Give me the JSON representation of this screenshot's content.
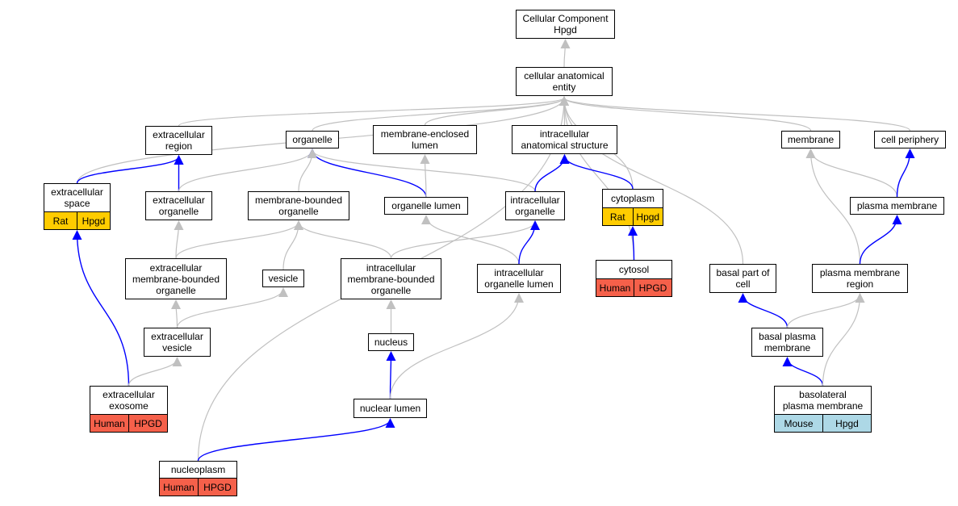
{
  "colors": {
    "is_a_edge": "#c0c0c0",
    "part_of_edge": "#0000ff",
    "rat": "#ffcc00",
    "human": "#f5604a",
    "mouse": "#add8e6",
    "node_border": "#000000"
  },
  "nodes": {
    "cellular_component": {
      "label": "Cellular Component\nHpgd"
    },
    "cellular_anatomical_entity": {
      "label": "cellular anatomical\nentity"
    },
    "extracellular_region": {
      "label": "extracellular\nregion"
    },
    "organelle": {
      "label": "organelle"
    },
    "membrane_enclosed_lumen": {
      "label": "membrane-enclosed\nlumen"
    },
    "intracellular_anatomical_structure": {
      "label": "intracellular\nanatomical structure"
    },
    "membrane": {
      "label": "membrane"
    },
    "cell_periphery": {
      "label": "cell periphery"
    },
    "extracellular_space": {
      "label": "extracellular\nspace",
      "species": "Rat",
      "gene": "Hpgd"
    },
    "extracellular_organelle": {
      "label": "extracellular\norganelle"
    },
    "membrane_bounded_organelle": {
      "label": "membrane-bounded\norganelle"
    },
    "organelle_lumen": {
      "label": "organelle lumen"
    },
    "intracellular_organelle": {
      "label": "intracellular\norganelle"
    },
    "cytoplasm": {
      "label": "cytoplasm",
      "species": "Rat",
      "gene": "Hpgd"
    },
    "plasma_membrane": {
      "label": "plasma membrane"
    },
    "extracellular_mb_organelle": {
      "label": "extracellular\nmembrane-bounded\norganelle"
    },
    "vesicle": {
      "label": "vesicle"
    },
    "intracellular_mb_organelle": {
      "label": "intracellular\nmembrane-bounded\norganelle"
    },
    "intracellular_organelle_lumen": {
      "label": "intracellular\norganelle lumen"
    },
    "cytosol": {
      "label": "cytosol",
      "species": "Human",
      "gene": "HPGD"
    },
    "basal_part_of_cell": {
      "label": "basal part of\ncell"
    },
    "plasma_membrane_region": {
      "label": "plasma membrane\nregion"
    },
    "extracellular_vesicle": {
      "label": "extracellular\nvesicle"
    },
    "nucleus": {
      "label": "nucleus"
    },
    "basal_plasma_membrane": {
      "label": "basal plasma\nmembrane"
    },
    "extracellular_exosome": {
      "label": "extracellular\nexosome",
      "species": "Human",
      "gene": "HPGD"
    },
    "nuclear_lumen": {
      "label": "nuclear lumen"
    },
    "basolateral_plasma_membrane": {
      "label": "basolateral\nplasma membrane",
      "species": "Mouse",
      "gene": "Hpgd"
    },
    "nucleoplasm": {
      "label": "nucleoplasm",
      "species": "Human",
      "gene": "HPGD"
    }
  },
  "edges": [
    {
      "from": "cellular_anatomical_entity",
      "to": "cellular_component",
      "type": "is_a"
    },
    {
      "from": "extracellular_region",
      "to": "cellular_anatomical_entity",
      "type": "is_a"
    },
    {
      "from": "organelle",
      "to": "cellular_anatomical_entity",
      "type": "is_a"
    },
    {
      "from": "membrane_enclosed_lumen",
      "to": "cellular_anatomical_entity",
      "type": "is_a"
    },
    {
      "from": "intracellular_anatomical_structure",
      "to": "cellular_anatomical_entity",
      "type": "is_a"
    },
    {
      "from": "membrane",
      "to": "cellular_anatomical_entity",
      "type": "is_a"
    },
    {
      "from": "cell_periphery",
      "to": "cellular_anatomical_entity",
      "type": "is_a"
    },
    {
      "from": "extracellular_space",
      "to": "cellular_anatomical_entity",
      "type": "is_a"
    },
    {
      "from": "cytoplasm",
      "to": "cellular_anatomical_entity",
      "type": "is_a"
    },
    {
      "from": "cytosol",
      "to": "cellular_anatomical_entity",
      "type": "is_a"
    },
    {
      "from": "basal_part_of_cell",
      "to": "cellular_anatomical_entity",
      "type": "is_a"
    },
    {
      "from": "nucleoplasm",
      "to": "cellular_anatomical_entity",
      "type": "is_a"
    },
    {
      "from": "extracellular_space",
      "to": "extracellular_region",
      "type": "part_of"
    },
    {
      "from": "extracellular_organelle",
      "to": "extracellular_region",
      "type": "part_of"
    },
    {
      "from": "extracellular_organelle",
      "to": "organelle",
      "type": "is_a"
    },
    {
      "from": "membrane_bounded_organelle",
      "to": "organelle",
      "type": "is_a"
    },
    {
      "from": "organelle_lumen",
      "to": "organelle",
      "type": "part_of"
    },
    {
      "from": "intracellular_organelle",
      "to": "organelle",
      "type": "is_a"
    },
    {
      "from": "organelle_lumen",
      "to": "membrane_enclosed_lumen",
      "type": "is_a"
    },
    {
      "from": "intracellular_organelle",
      "to": "intracellular_anatomical_structure",
      "type": "part_of"
    },
    {
      "from": "cytoplasm",
      "to": "intracellular_anatomical_structure",
      "type": "part_of"
    },
    {
      "from": "plasma_membrane",
      "to": "membrane",
      "type": "is_a"
    },
    {
      "from": "plasma_membrane",
      "to": "cell_periphery",
      "type": "part_of"
    },
    {
      "from": "extracellular_mb_organelle",
      "to": "extracellular_organelle",
      "type": "is_a"
    },
    {
      "from": "extracellular_mb_organelle",
      "to": "membrane_bounded_organelle",
      "type": "is_a"
    },
    {
      "from": "vesicle",
      "to": "membrane_bounded_organelle",
      "type": "is_a"
    },
    {
      "from": "intracellular_mb_organelle",
      "to": "membrane_bounded_organelle",
      "type": "is_a"
    },
    {
      "from": "intracellular_mb_organelle",
      "to": "intracellular_organelle",
      "type": "is_a"
    },
    {
      "from": "intracellular_organelle_lumen",
      "to": "organelle_lumen",
      "type": "is_a"
    },
    {
      "from": "intracellular_organelle_lumen",
      "to": "intracellular_organelle",
      "type": "part_of"
    },
    {
      "from": "cytosol",
      "to": "cytoplasm",
      "type": "part_of"
    },
    {
      "from": "plasma_membrane_region",
      "to": "membrane",
      "type": "is_a"
    },
    {
      "from": "plasma_membrane_region",
      "to": "plasma_membrane",
      "type": "part_of"
    },
    {
      "from": "extracellular_vesicle",
      "to": "extracellular_mb_organelle",
      "type": "is_a"
    },
    {
      "from": "extracellular_vesicle",
      "to": "vesicle",
      "type": "is_a"
    },
    {
      "from": "nucleus",
      "to": "intracellular_mb_organelle",
      "type": "is_a"
    },
    {
      "from": "basal_plasma_membrane",
      "to": "basal_part_of_cell",
      "type": "part_of"
    },
    {
      "from": "basal_plasma_membrane",
      "to": "plasma_membrane_region",
      "type": "is_a"
    },
    {
      "from": "extracellular_exosome",
      "to": "extracellular_space",
      "type": "part_of"
    },
    {
      "from": "extracellular_exosome",
      "to": "extracellular_vesicle",
      "type": "is_a"
    },
    {
      "from": "nuclear_lumen",
      "to": "nucleus",
      "type": "part_of"
    },
    {
      "from": "nuclear_lumen",
      "to": "intracellular_organelle_lumen",
      "type": "is_a"
    },
    {
      "from": "basolateral_plasma_membrane",
      "to": "basal_plasma_membrane",
      "type": "part_of"
    },
    {
      "from": "basolateral_plasma_membrane",
      "to": "plasma_membrane_region",
      "type": "is_a"
    },
    {
      "from": "nucleoplasm",
      "to": "nuclear_lumen",
      "type": "part_of"
    }
  ]
}
